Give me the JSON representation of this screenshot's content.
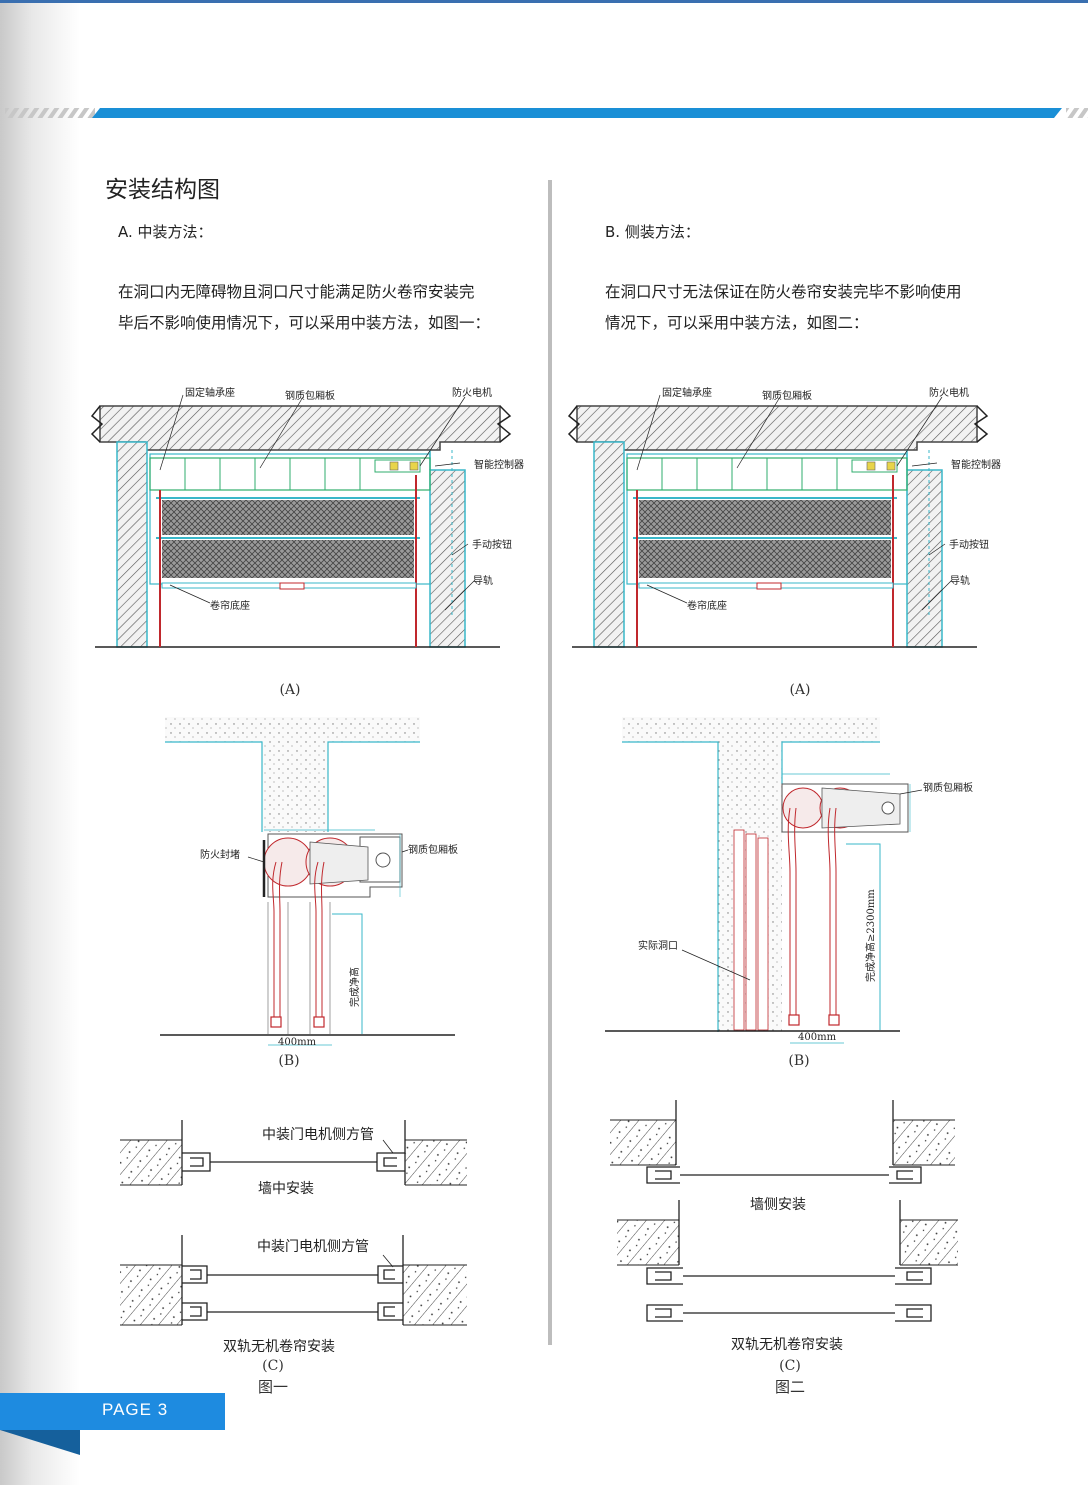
{
  "page": {
    "title": "安装结构图",
    "page_label": "PAGE 3"
  },
  "left": {
    "heading": "A. 中装方法：",
    "para_line1": "在洞口内无障碍物且洞口尺寸能满足防火卷帘安装完",
    "para_line2": "毕后不影响使用情况下，可以采用中装方法，如图一：",
    "diagram_a": {
      "caption": "(A)",
      "labels": {
        "bearing": "固定轴承座",
        "steel_box": "钢质包厢板",
        "motor": "防火电机",
        "controller": "智能控制器",
        "manual": "手动按钮",
        "rail": "导轨",
        "base": "卷帘底座"
      }
    },
    "diagram_b": {
      "caption": "(B)",
      "labels": {
        "seal": "防火封堵",
        "steel_box": "钢质包厢板",
        "clear_height": "完成净高",
        "width": "400mm"
      }
    },
    "diagram_c": {
      "caption": "(C)",
      "figure": "图一",
      "labels": {
        "tube1": "中装门电机侧方管",
        "mount1": "墙中安装",
        "tube2": "中装门电机侧方管",
        "mount2": "双轨无机卷帘安装"
      }
    }
  },
  "right": {
    "heading": "B. 侧装方法：",
    "para_line1": "在洞口尺寸无法保证在防火卷帘安装完毕不影响使用",
    "para_line2": "情况下，可以采用中装方法，如图二：",
    "diagram_a": {
      "caption": "(A)",
      "labels": {
        "bearing": "固定轴承座",
        "steel_box": "钢质包厢板",
        "motor": "防火电机",
        "controller": "智能控制器",
        "manual": "手动按钮",
        "rail": "导轨",
        "base": "卷帘底座"
      }
    },
    "diagram_b": {
      "caption": "(B)",
      "labels": {
        "steel_box": "钢质包厢板",
        "opening": "实际洞口",
        "clear_height": "完成净高≥2300mm",
        "width": "400mm"
      }
    },
    "diagram_c": {
      "caption": "(C)",
      "figure": "图二",
      "labels": {
        "mount1": "墙侧安装",
        "mount2": "双轨无机卷帘安装"
      }
    }
  },
  "colors": {
    "accent": "#1e8be0",
    "header_blue": "#1a8fd6",
    "rail_red": "#c0282d",
    "outline_cyan": "#39b7c9"
  }
}
